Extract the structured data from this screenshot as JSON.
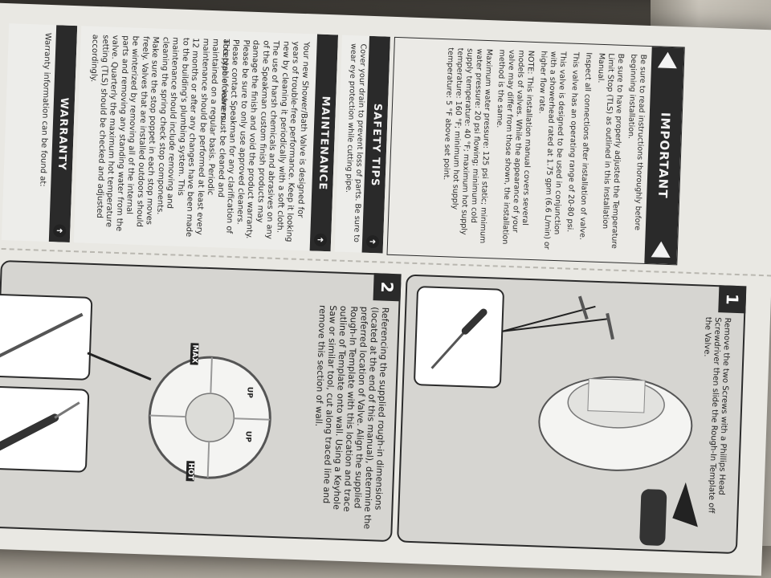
{
  "important": {
    "title": "IMPORTANT",
    "items": [
      "Be sure to read instructions thoroughly before beginning installation.",
      "Be sure to have properly adjusted the Temperature Limit Stop (TLS) as outlined in this Installation Manual.",
      "Inspect all connections after installation of valve.",
      "This valve has an operating range of 20-80 psi.",
      "This valve is designed to be used in conjunction with a showerhead rated at 1.75 gpm (6.6 L/min) or higher flow rate.",
      "NOTE: This installation manual covers several models of valves. While the appearance of your valve may differ from those shown, the installation method is the same.",
      "Maximum water pressure: 125 psi static; minimum water pressure: 20 psi flowing; minimum cold supply temperature: 40 °F; maximum hot supply temperature: 160 °F; minimum hot supply temperature: 5 °F above set point."
    ]
  },
  "safety": {
    "title": "SAFETY TIPS",
    "text": "Cover your drain to prevent loss of parts. Be sure to wear eye protection while cutting pipe."
  },
  "maintenance": {
    "title": "MAINTENANCE",
    "p1": "Your new Shower/Bath Valve is designed for years of trouble-free performance. Keep it looking new by cleaning it periodically with a soft cloth. The use of harsh chemicals and abrasives on any of the Speakman custom finish products may damage the finish and void the product warranty. Please be sure to only use approved cleaners. Please contact Speakman for any clarification of acceptable cleaners.",
    "p2": "This type of valve must be cleaned and maintained on a regular basis. Periodic maintenance should be performed at least every 12 months or after any changes have been made to the building's plumbing system. This maintenance should include removing and cleaning the spring check stop components. Make sure the stop poppet in each stop moves freely. Valves that are installed outdoors should be winterized by removing all of the internal parts and removing any standing water from the valve. Quarterly the maximum hot temperature setting (TLS) should be checked and adjusted accordingly."
  },
  "warranty": {
    "title": "WARRANTY",
    "text": "Warranty information can be found at:"
  },
  "step1": {
    "number": "1",
    "text": "Remove the two Screws with a Phillips Head Screwdriver then slide the Rough-In Template off the Valve."
  },
  "step2": {
    "number": "2",
    "text": "Referencing the supplied rough-in dimensions (located at the end of this manual), determine the preferred location of Valve. Align the supplied Rough-In Template with this location and trace outline of Template onto wall. Using a Keyhole Saw or similar tool, cut along traced line and remove this section of wall."
  },
  "template_labels": {
    "max": "MAX",
    "up1": "UP",
    "up2": "UP",
    "hot": "HOT"
  }
}
